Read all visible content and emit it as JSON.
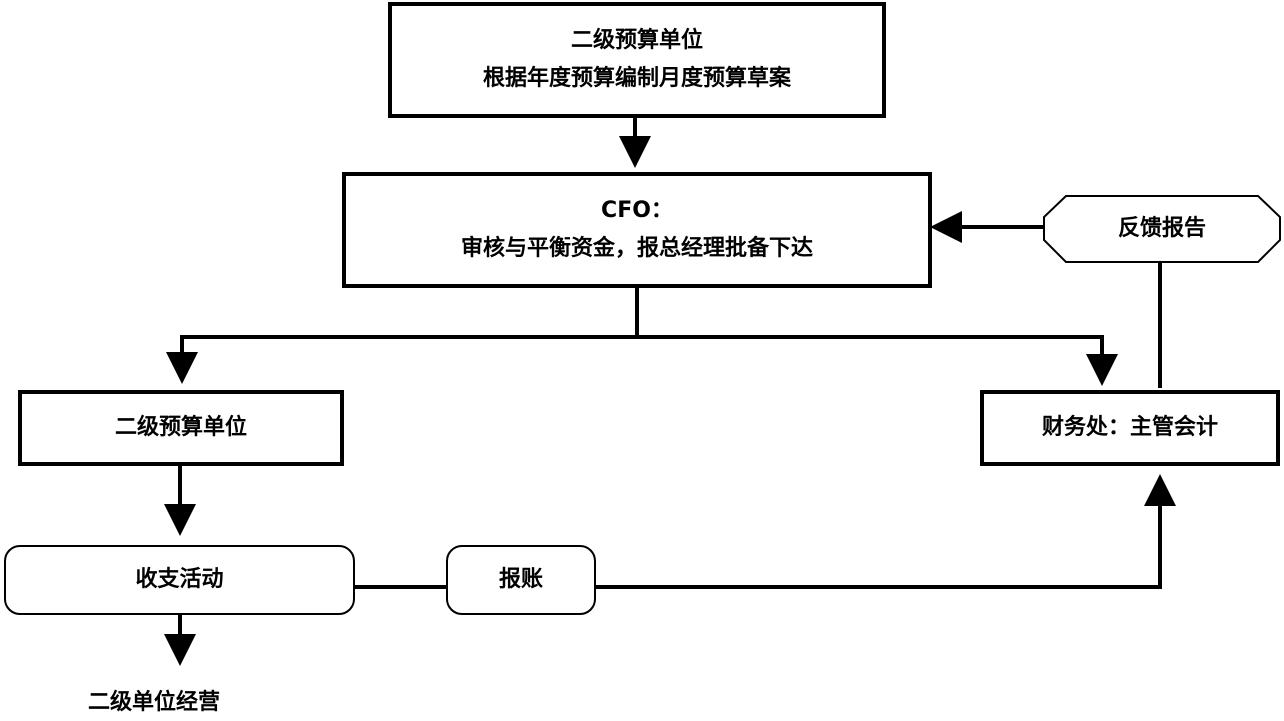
{
  "nodes": {
    "top_draft": {
      "line1": "二级预算单位",
      "line2": "根据年度预算编制月度预算草案"
    },
    "cfo": {
      "line1": "CFO：",
      "line2": "审核与平衡资金，报总经理批备下达"
    },
    "unit_left": {
      "label": "二级预算单位"
    },
    "finance": {
      "label": "财务处：主管会计"
    },
    "feedback": {
      "label": "反馈报告"
    },
    "activities": {
      "label": "收支活动"
    },
    "reimburse": {
      "label": "报账"
    },
    "operation": {
      "label": "二级单位经营"
    }
  }
}
